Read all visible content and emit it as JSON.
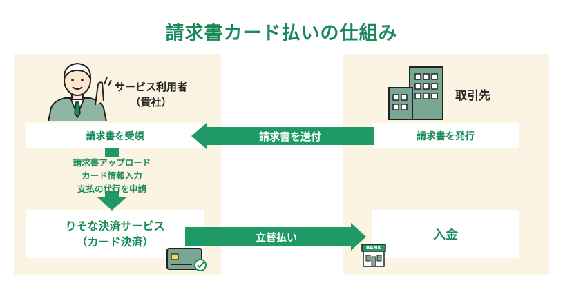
{
  "title": "請求書カード払いの仕組み",
  "user": {
    "line1": "サービス利用者",
    "line2": "（貴社）"
  },
  "partner": {
    "label": "取引先"
  },
  "boxes": {
    "receive": "請求書を受領",
    "issue": "請求書を発行",
    "service_line1": "りそな決済サービス",
    "service_line2": "（カード決済）",
    "deposit": "入金"
  },
  "arrows": {
    "send": "請求書を送付",
    "advance": "立替払い"
  },
  "steps": [
    "請求書アップロード",
    "カード情報入力",
    "支払の代行を申請"
  ],
  "bank_sign": "BANK",
  "colors": {
    "green": "#1a8a5a",
    "panel": "#fcf4e2",
    "arrow": "#1f9a66"
  }
}
